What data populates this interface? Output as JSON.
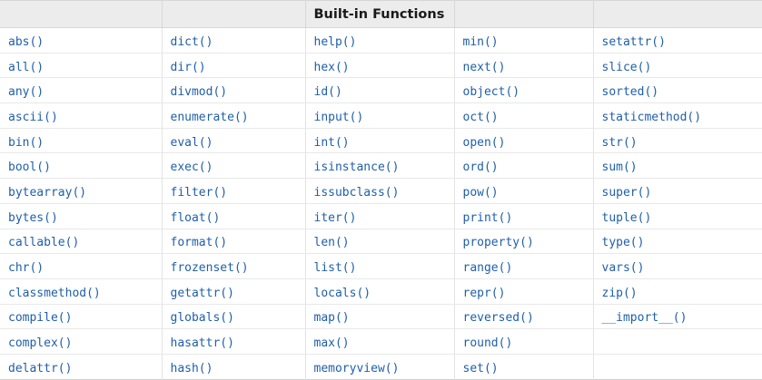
{
  "table": {
    "title": "Built-in Functions",
    "title_column_index": 2,
    "link_color": "#1f5fa9",
    "header_background": "#ececec",
    "column_count": 5,
    "row_count": 14,
    "headers": [
      "",
      "",
      "Built-in Functions",
      "",
      ""
    ],
    "columns": [
      {
        "index": 0,
        "items": [
          "abs()",
          "all()",
          "any()",
          "ascii()",
          "bin()",
          "bool()",
          "bytearray()",
          "bytes()",
          "callable()",
          "chr()",
          "classmethod()",
          "compile()",
          "complex()",
          "delattr()"
        ]
      },
      {
        "index": 1,
        "items": [
          "dict()",
          "dir()",
          "divmod()",
          "enumerate()",
          "eval()",
          "exec()",
          "filter()",
          "float()",
          "format()",
          "frozenset()",
          "getattr()",
          "globals()",
          "hasattr()",
          "hash()"
        ]
      },
      {
        "index": 2,
        "items": [
          "help()",
          "hex()",
          "id()",
          "input()",
          "int()",
          "isinstance()",
          "issubclass()",
          "iter()",
          "len()",
          "list()",
          "locals()",
          "map()",
          "max()",
          "memoryview()"
        ]
      },
      {
        "index": 3,
        "items": [
          "min()",
          "next()",
          "object()",
          "oct()",
          "open()",
          "ord()",
          "pow()",
          "print()",
          "property()",
          "range()",
          "repr()",
          "reversed()",
          "round()",
          "set()"
        ]
      },
      {
        "index": 4,
        "items": [
          "setattr()",
          "slice()",
          "sorted()",
          "staticmethod()",
          "str()",
          "sum()",
          "super()",
          "tuple()",
          "type()",
          "vars()",
          "zip()",
          "__import__()",
          "",
          ""
        ]
      }
    ],
    "rows": [
      [
        "abs()",
        "dict()",
        "help()",
        "min()",
        "setattr()"
      ],
      [
        "all()",
        "dir()",
        "hex()",
        "next()",
        "slice()"
      ],
      [
        "any()",
        "divmod()",
        "id()",
        "object()",
        "sorted()"
      ],
      [
        "ascii()",
        "enumerate()",
        "input()",
        "oct()",
        "staticmethod()"
      ],
      [
        "bin()",
        "eval()",
        "int()",
        "open()",
        "str()"
      ],
      [
        "bool()",
        "exec()",
        "isinstance()",
        "ord()",
        "sum()"
      ],
      [
        "bytearray()",
        "filter()",
        "issubclass()",
        "pow()",
        "super()"
      ],
      [
        "bytes()",
        "float()",
        "iter()",
        "print()",
        "tuple()"
      ],
      [
        "callable()",
        "format()",
        "len()",
        "property()",
        "type()"
      ],
      [
        "chr()",
        "frozenset()",
        "list()",
        "range()",
        "vars()"
      ],
      [
        "classmethod()",
        "getattr()",
        "locals()",
        "repr()",
        "zip()"
      ],
      [
        "compile()",
        "globals()",
        "map()",
        "reversed()",
        "__import__()"
      ],
      [
        "complex()",
        "hasattr()",
        "max()",
        "round()",
        ""
      ],
      [
        "delattr()",
        "hash()",
        "memoryview()",
        "set()",
        ""
      ]
    ]
  }
}
